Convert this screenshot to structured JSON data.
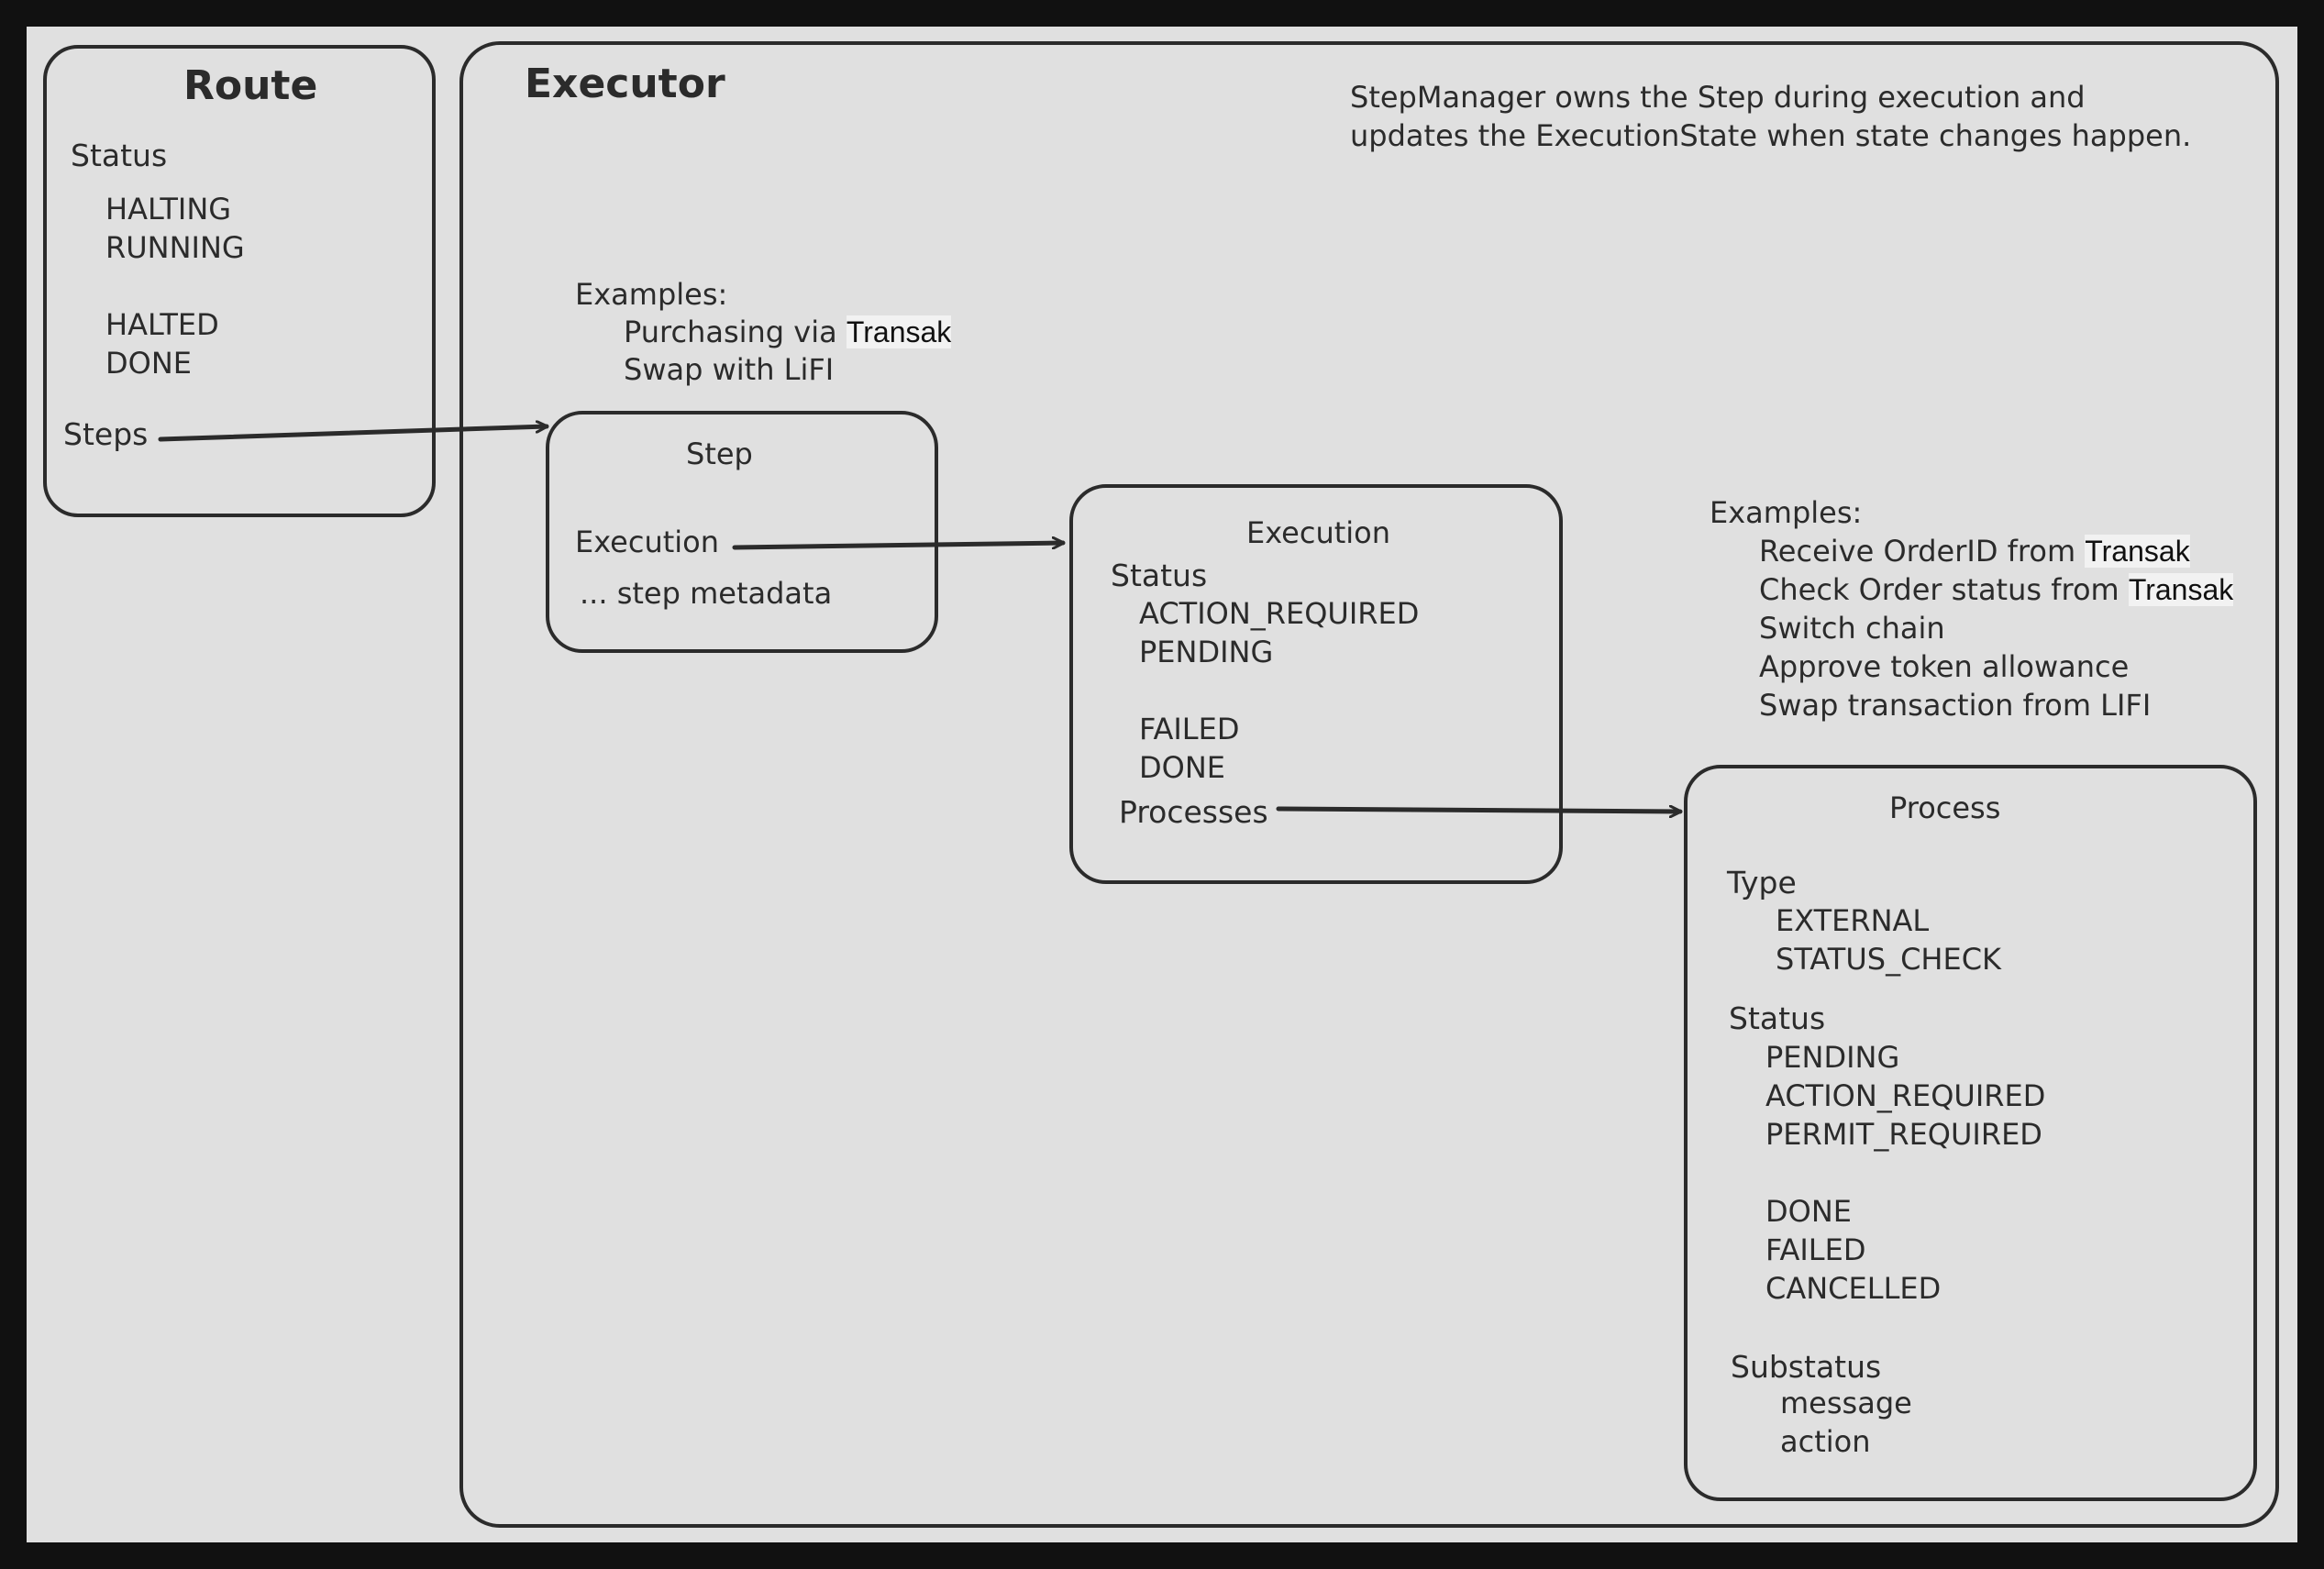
{
  "route": {
    "title": "Route",
    "status_label": "Status",
    "status_values": [
      "HALTING",
      "RUNNING",
      "HALTED",
      "DONE"
    ],
    "steps_label": "Steps"
  },
  "executor": {
    "title": "Executor",
    "note_lines": [
      "StepManager owns the Step during execution and",
      "updates the ExecutionState when state changes happen."
    ]
  },
  "step_examples": {
    "heading": "Examples:",
    "line1_prefix": "Purchasing via ",
    "line1_brand": "Transak",
    "line2": "Swap with LiFI"
  },
  "step": {
    "title": "Step",
    "execution_label": "Execution",
    "metadata_label": "... step metadata"
  },
  "execution": {
    "title": "Execution",
    "status_label": "Status",
    "status_values": [
      "ACTION_REQUIRED",
      "PENDING",
      "FAILED",
      "DONE"
    ],
    "processes_label": "Processes"
  },
  "process_examples": {
    "heading": "Examples:",
    "line1_prefix": "Receive OrderID from ",
    "line1_brand": "Transak",
    "line2_prefix": "Check Order status from ",
    "line2_brand": "Transak",
    "line3": "Switch chain",
    "line4": "Approve token allowance",
    "line5": "Swap transaction from LIFI"
  },
  "process": {
    "title": "Process",
    "type_label": "Type",
    "type_values": [
      "EXTERNAL",
      "STATUS_CHECK"
    ],
    "status_label": "Status",
    "status_values": [
      "PENDING",
      "ACTION_REQUIRED",
      "PERMIT_REQUIRED",
      "DONE",
      "FAILED",
      "CANCELLED"
    ],
    "substatus_label": "Substatus",
    "substatus_values": [
      "message",
      "action"
    ]
  },
  "colors": {
    "background": "#111111",
    "canvas": "#e0e0e0",
    "ink": "#2b2b2b",
    "brand_highlight": "#f2f2f2"
  }
}
